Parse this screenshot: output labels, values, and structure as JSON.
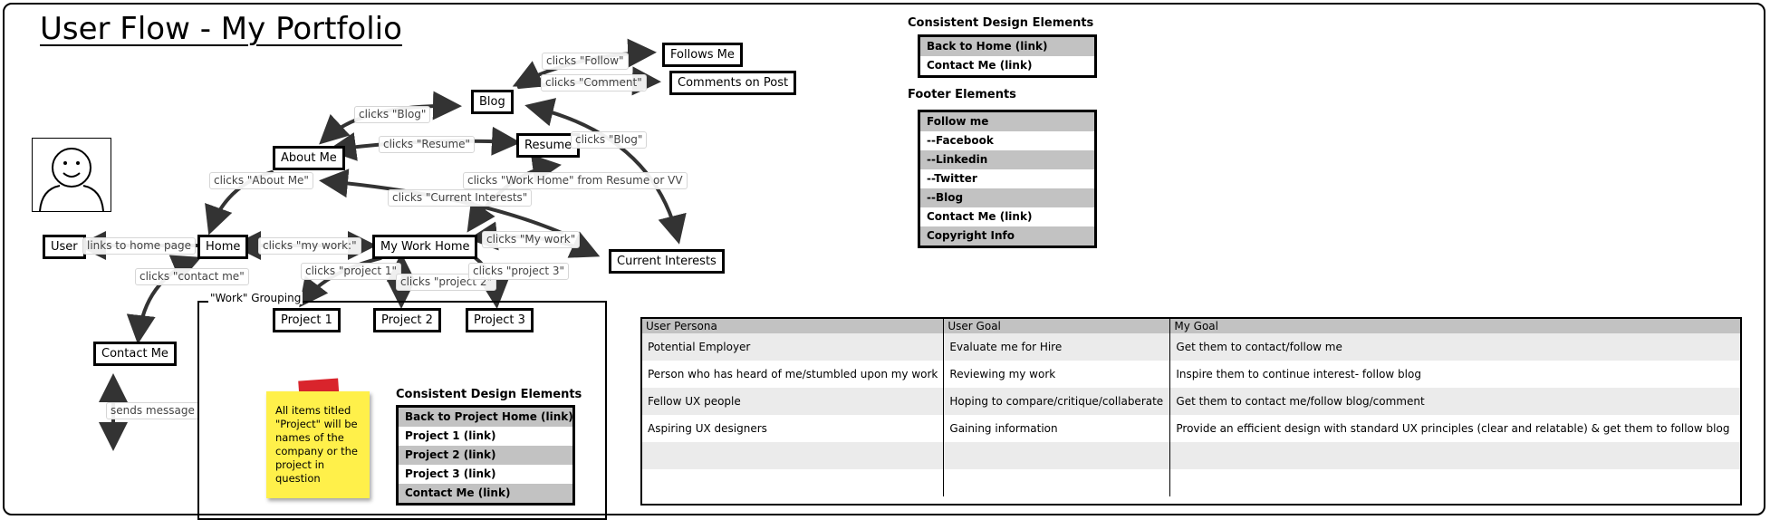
{
  "title": "User Flow - My Portfolio",
  "nodes": {
    "user": "User",
    "home": "Home",
    "about": "About Me",
    "resume": "Resume",
    "blog": "Blog",
    "follows": "Follows Me",
    "comments": "Comments on Post",
    "work": "My Work Home",
    "interests": "Current Interests",
    "contact": "Contact Me",
    "p1": "Project 1",
    "p2": "Project 2",
    "p3": "Project 3"
  },
  "labels": {
    "links_home": "links to home page",
    "clicks_my_work_1": "clicks \"my work:\"",
    "clicks_about": "clicks \"About Me\"",
    "clicks_blog_1": "clicks \"Blog\"",
    "clicks_resume": "clicks \"Resume\"",
    "clicks_blog_2": "clicks \"Blog\"",
    "clicks_follow": "clicks \"Follow\"",
    "clicks_comment": "clicks \"Comment\"",
    "clicks_work_home": "clicks \"Work Home\" from Resume or VV",
    "clicks_current": "clicks \"Current Interests\"",
    "clicks_my_work_2": "clicks \"My work\"",
    "clicks_contact": "clicks \"contact me\"",
    "clicks_p1": "clicks \"project 1\"",
    "clicks_p2": "clicks \"project 2\"",
    "clicks_p3": "clicks \"project 3\"",
    "sends_message": "sends message"
  },
  "group_label": "\"Work\" Grouping",
  "sticky_note": "All items titled \"Project\" will be names of the company or the project in question",
  "work_design": {
    "heading": "Consistent Design Elements",
    "items": [
      "Back to Project Home (link)",
      "Project 1 (link)",
      "Project 2 (link)",
      "Project 3 (link)",
      "Contact Me (link)"
    ]
  },
  "site_design": {
    "heading": "Consistent Design Elements",
    "items": [
      "Back to Home (link)",
      "Contact Me (link)"
    ]
  },
  "footer": {
    "heading": "Footer Elements",
    "items": [
      "Follow me",
      "--Facebook",
      "--Linkedin",
      "--Twitter",
      "--Blog",
      "Contact Me (link)",
      "Copyright Info"
    ]
  },
  "goals_table": {
    "headers": [
      "User Persona",
      "User Goal",
      "My Goal"
    ],
    "rows": [
      [
        "Potential Employer",
        "Evaluate me for Hire",
        "Get them to contact/follow me"
      ],
      [
        "Person who has heard of me/stumbled upon my work",
        "Reviewing my work",
        "Inspire them to continue interest- follow blog"
      ],
      [
        "Fellow UX people",
        "Hoping to compare/critique/collaberate",
        "Get them to contact me/follow blog/comment"
      ],
      [
        "Aspiring UX designers",
        "Gaining information",
        "Provide an efficient design with standard UX principles (clear and relatable) & get them to follow blog"
      ],
      [
        "",
        "",
        ""
      ],
      [
        "",
        "",
        ""
      ]
    ]
  },
  "icons": {
    "avatar": "user-avatar-icon"
  }
}
